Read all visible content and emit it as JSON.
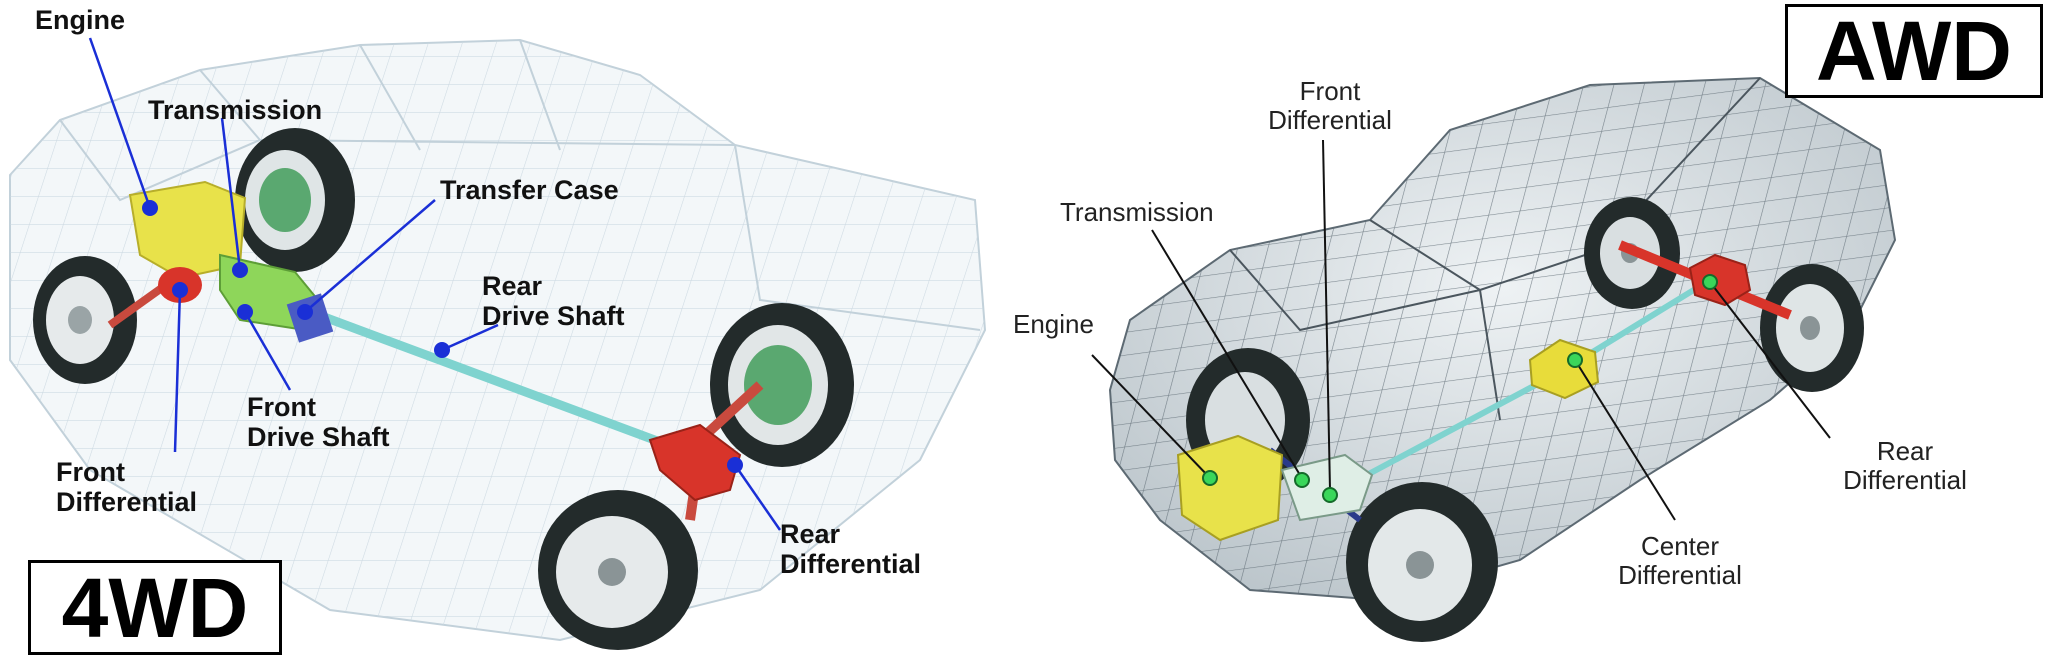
{
  "panel_4wd": {
    "badge": "4WD",
    "labels": {
      "engine": "Engine",
      "transmission": "Transmission",
      "transfer_case": "Transfer Case",
      "rear_drive_shaft": [
        "Rear",
        "Drive Shaft"
      ],
      "front_drive_shaft": [
        "Front",
        "Drive Shaft"
      ],
      "front_differential": [
        "Front",
        "Differential"
      ],
      "rear_differential": [
        "Rear",
        "Differential"
      ]
    }
  },
  "panel_awd": {
    "badge": "AWD",
    "labels": {
      "front_differential": [
        "Front",
        "Differential"
      ],
      "transmission": "Transmission",
      "engine": "Engine",
      "rear_differential": [
        "Rear",
        "Differential"
      ],
      "center_differential": [
        "Center",
        "Differential"
      ]
    }
  },
  "colors": {
    "engine": "#e8e24a",
    "transmission": "#8ed65a",
    "transfer_case": "#4a5bc4",
    "drive_shaft": "#7fd3cf",
    "differential": "#d8342a",
    "center_differential": "#e8dc3a",
    "tire": "#222a2a",
    "wheel_hub": "#5aa870",
    "marker_4wd": "#1a2fd6",
    "marker_awd": "#3ad65a"
  }
}
